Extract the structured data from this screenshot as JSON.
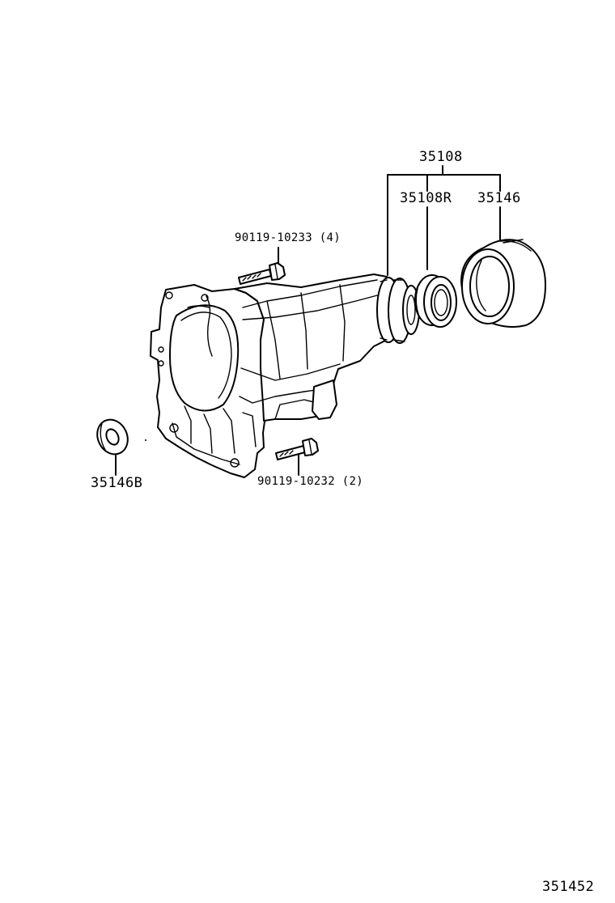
{
  "diagram": {
    "callouts": {
      "assy": "35108",
      "seal": "35108R",
      "dust_deflector": "35146",
      "washer": "35146B",
      "bolt_upper": "90119-10233 (4)",
      "bolt_lower": "90119-10232 (2)"
    },
    "figure_number": "351452"
  }
}
